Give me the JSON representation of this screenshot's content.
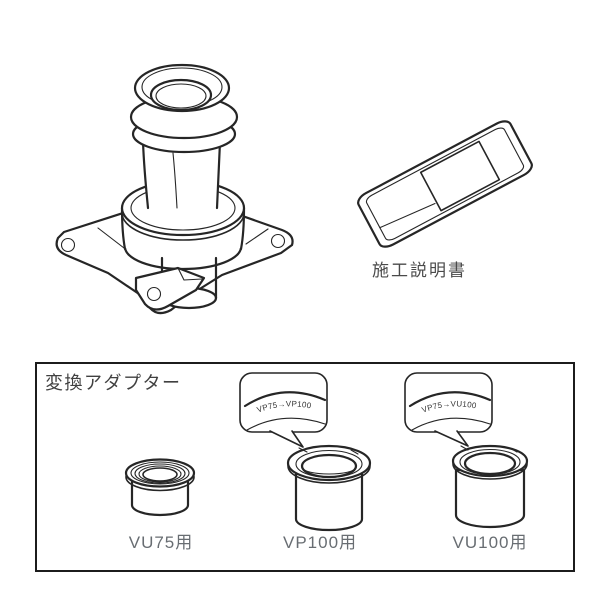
{
  "labels": {
    "manual": "施工説明書",
    "box_title": "変換アダプター"
  },
  "adapters": [
    {
      "label": "VU75用",
      "callout": null
    },
    {
      "label": "VP100用",
      "callout": "VP75→VP100"
    },
    {
      "label": "VU100用",
      "callout": "VP75→VU100"
    }
  ],
  "colors": {
    "line": "#262626",
    "label_dark": "#404040",
    "label_gray": "#686d72",
    "box_border": "#1c1c1c",
    "background": "#ffffff"
  }
}
